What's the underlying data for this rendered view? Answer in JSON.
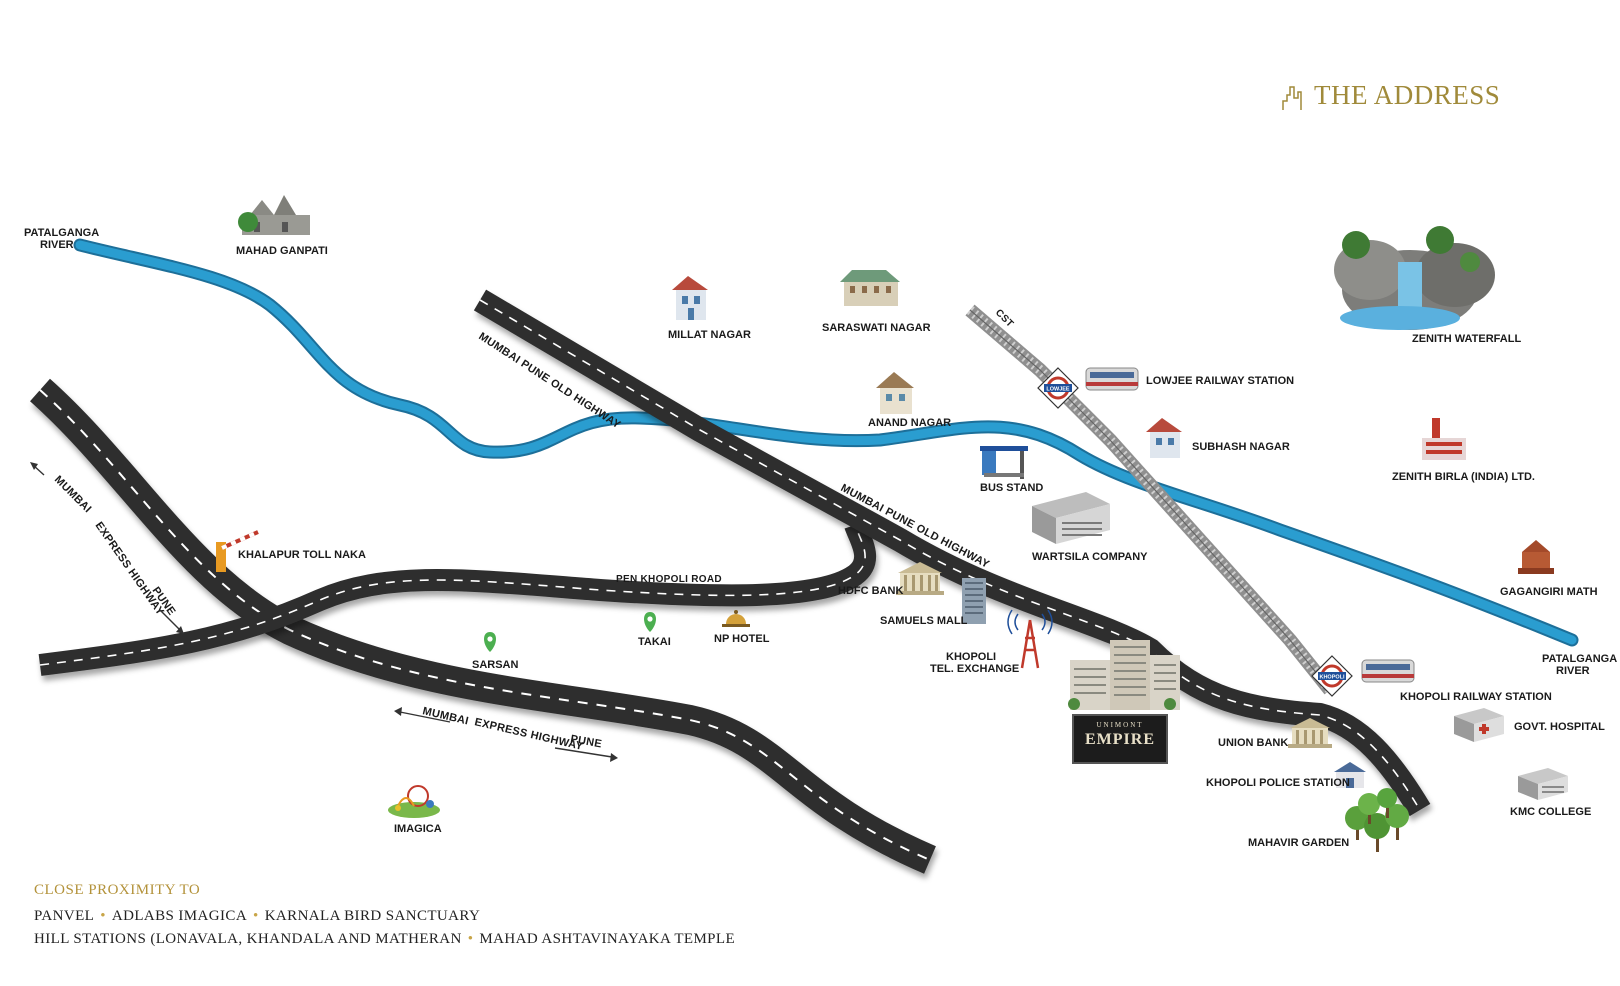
{
  "brand": {
    "title": "THE ADDRESS",
    "icon": "skyline-icon",
    "color": "#a08a3a"
  },
  "project": {
    "small": "UNIMONT",
    "name": "EMPIRE"
  },
  "colors": {
    "river": "#2a9dd0",
    "road": "#3a3a3a",
    "rail": "#8f8f8f",
    "gold": "#b3923a"
  },
  "roads": {
    "old_highway_1": "MUMBAI PUNE OLD HIGHWAY",
    "old_highway_2": "MUMBAI PUNE OLD HIGHWAY",
    "pen_khopoli": "PEN KHOPOLI ROAD",
    "expressway_left": {
      "from": "MUMBAI",
      "name": "EXPRESS HIGHWAY",
      "to": "PUNE"
    },
    "expressway_bottom": {
      "from": "MUMBAI",
      "name": "EXPRESS HIGHWAY",
      "to": "PUNE"
    },
    "rail_cst": "CST"
  },
  "stations": {
    "lowjee_sign": "LOWJEE",
    "khopoli_sign": "KHOPOLI"
  },
  "landmarks": {
    "patalganga_left": [
      "PATALGANGA",
      "RIVER"
    ],
    "mahad_ganpati": "MAHAD GANPATI",
    "millat_nagar": "MILLAT NAGAR",
    "saraswati_nagar": "SARASWATI NAGAR",
    "anand_nagar": "ANAND NAGAR",
    "lowjee_station": "LOWJEE RAILWAY STATION",
    "subhash_nagar": "SUBHASH NAGAR",
    "bus_stand": "BUS STAND",
    "wartsila": "WARTSILA COMPANY",
    "zenith_waterfall": "ZENITH WATERFALL",
    "zenith_birla": "ZENITH BIRLA (INDIA) LTD.",
    "gagangiri": "GAGANGIRI MATH",
    "patalganga_right": [
      "PATALGANGA",
      "RIVER"
    ],
    "khalapur_toll": "KHALAPUR TOLL NAKA",
    "hdfc": "HDFC BANK",
    "samuels": "SAMUELS MALL",
    "tel_exchange": [
      "KHOPOLI",
      "TEL. EXCHANGE"
    ],
    "np_hotel": "NP HOTEL",
    "takai": "TAKAI",
    "sarsan": "SARSAN",
    "khopoli_station": "KHOPOLI RAILWAY STATION",
    "govt_hospital": "GOVT. HOSPITAL",
    "union_bank": "UNION BANK",
    "police": "KHOPOLI POLICE STATION",
    "kmc": "KMC COLLEGE",
    "mahavir": "MAHAVIR GARDEN",
    "imagica": "IMAGICA"
  },
  "proximity": {
    "title": "CLOSE PROXIMITY TO",
    "line1": [
      "PANVEL",
      "ADLABS IMAGICA",
      "KARNALA BIRD SANCTUARY"
    ],
    "line2": [
      "HILL STATIONS (LONAVALA, KHANDALA AND MATHERAN",
      "MAHAD ASHTAVINAYAKA TEMPLE"
    ]
  }
}
